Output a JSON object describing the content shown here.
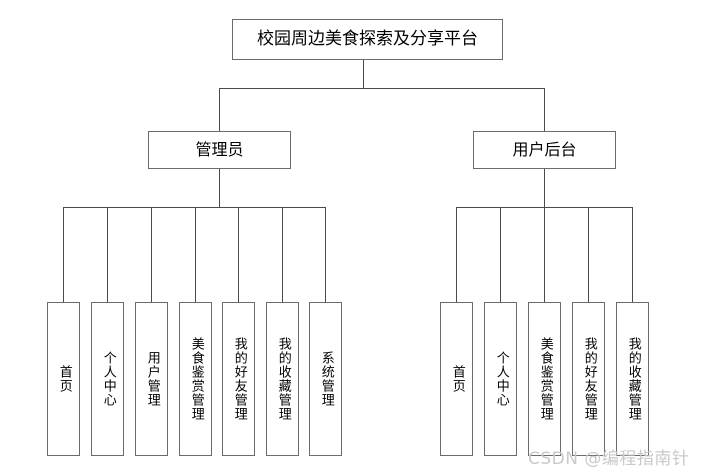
{
  "diagram": {
    "type": "org-chart",
    "title": "校园周边美食探索及分享平台",
    "root": {
      "label": "校园周边美食探索及分享平台"
    },
    "branches": [
      {
        "label": "管理员",
        "leaves": [
          {
            "label": "首页"
          },
          {
            "label": "个人中心"
          },
          {
            "label": "用户管理"
          },
          {
            "label": "美食鉴赏管理"
          },
          {
            "label": "我的好友管理"
          },
          {
            "label": "我的收藏管理"
          },
          {
            "label": "系统管理"
          }
        ]
      },
      {
        "label": "用户后台",
        "leaves": [
          {
            "label": "首页"
          },
          {
            "label": "个人中心"
          },
          {
            "label": "美食鉴赏管理"
          },
          {
            "label": "我的好友管理"
          },
          {
            "label": "我的收藏管理"
          }
        ]
      }
    ]
  },
  "watermark": {
    "text": "CSDN @编程指南针"
  },
  "colors": {
    "background": "#ffffff",
    "box_border": "#6b6b6b",
    "connector": "#4a4a4a",
    "text": "#000000",
    "watermark": "#c9c9c9"
  }
}
